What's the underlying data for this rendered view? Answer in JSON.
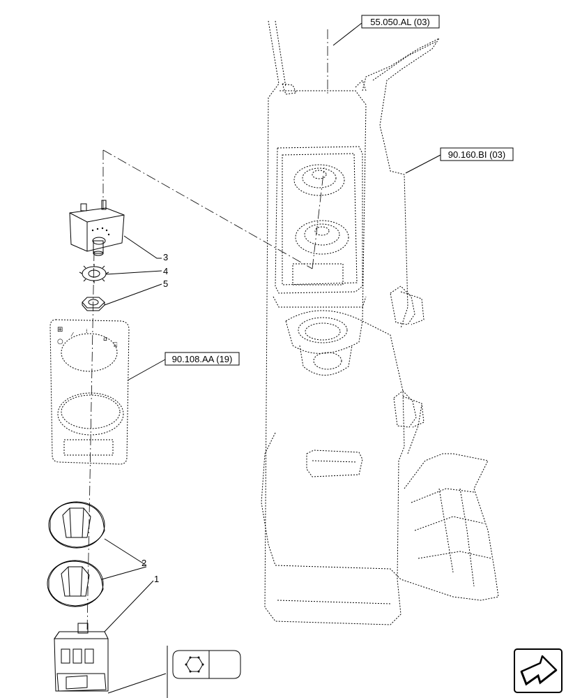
{
  "references": {
    "ref_top": "55.050.AL (03)",
    "ref_pillar": "90.160.BI (03)",
    "ref_panel": "90.108.AA (19)"
  },
  "callouts": {
    "c1": "1",
    "c2": "2",
    "c3": "3",
    "c4": "4",
    "c5": "5"
  },
  "icons": {
    "hex_nut_symbol": "hexagon-icon",
    "nav_arrow": "next-page-arrow-icon"
  }
}
